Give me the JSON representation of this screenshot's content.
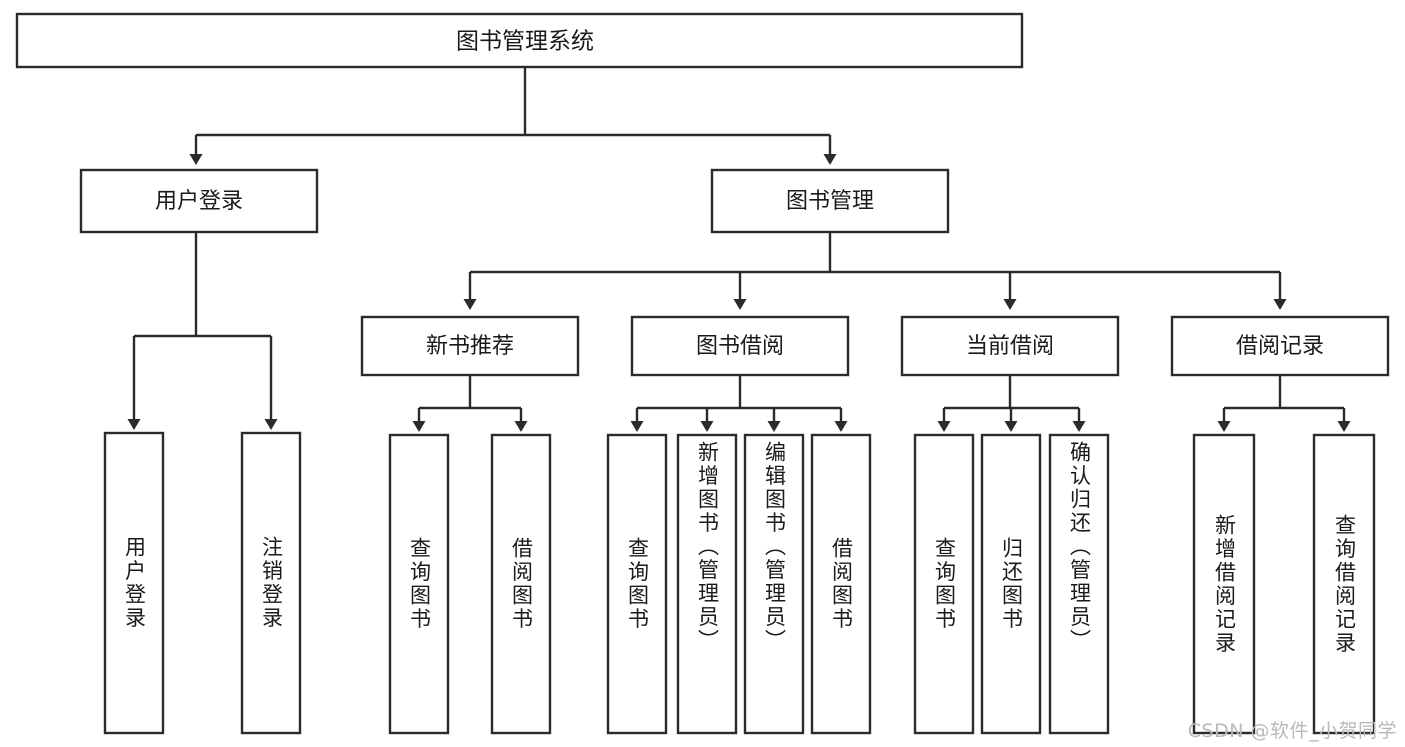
{
  "diagram": {
    "kind": "tree-structure-chart",
    "title": "图书管理系统",
    "watermark": "CSDN @软件_小贺同学",
    "colors": {
      "stroke": "#2b2b2b",
      "fill": "#ffffff",
      "text": "#1a1a1a",
      "watermark": "#b9b9b9",
      "background": "#ffffff"
    },
    "root": {
      "label": "图书管理系统"
    },
    "level2": [
      {
        "label": "用户登录"
      },
      {
        "label": "图书管理"
      }
    ],
    "level3": [
      {
        "label": "新书推荐"
      },
      {
        "label": "图书借阅"
      },
      {
        "label": "当前借阅"
      },
      {
        "label": "借阅记录"
      }
    ],
    "leaves": {
      "user_login": [
        {
          "label": "用户登录"
        },
        {
          "label": "注销登录"
        }
      ],
      "new_book_recommend": [
        {
          "label": "查询图书"
        },
        {
          "label": "借阅图书"
        }
      ],
      "book_borrow": [
        {
          "label": "查询图书"
        },
        {
          "label": "新增图书（管理员）"
        },
        {
          "label": "编辑图书（管理员）"
        },
        {
          "label": "借阅图书"
        }
      ],
      "current_borrow": [
        {
          "label": "查询图书"
        },
        {
          "label": "归还图书"
        },
        {
          "label": "确认归还（管理员）"
        }
      ],
      "borrow_record": [
        {
          "label": "新增借阅记录"
        },
        {
          "label": "查询借阅记录"
        }
      ]
    }
  }
}
